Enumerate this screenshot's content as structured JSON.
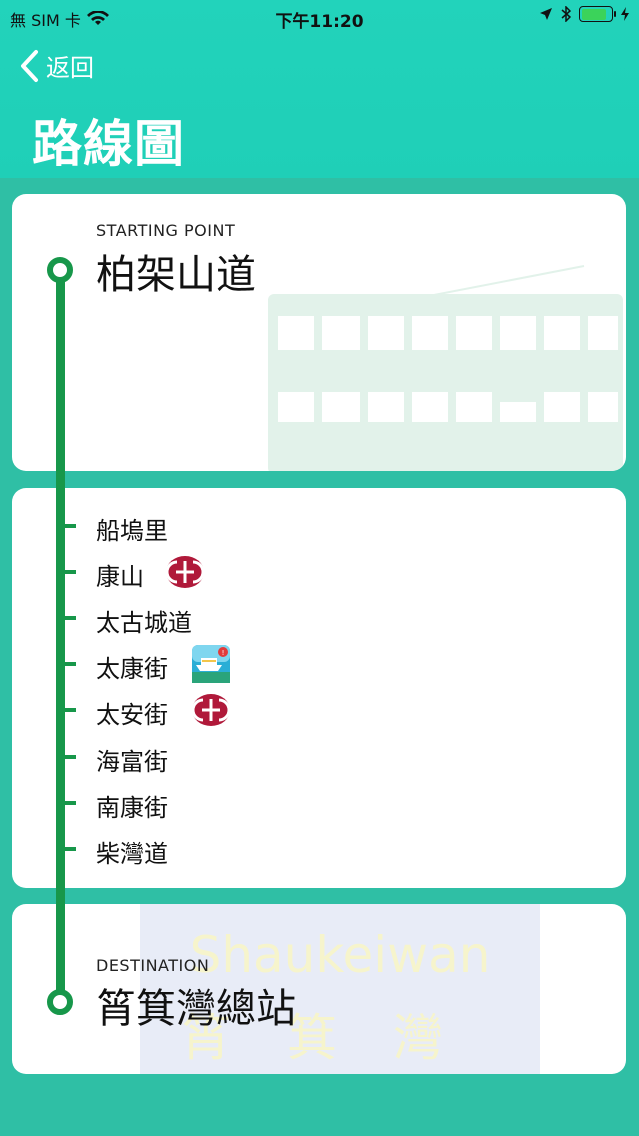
{
  "status": {
    "carrier": "無 SIM 卡",
    "time": "下午11:20",
    "battery_level": 0.85,
    "icons": [
      "wifi-icon",
      "location-arrow-icon",
      "bluetooth-icon",
      "battery-icon"
    ]
  },
  "header": {
    "back_label": "返回",
    "title": "路線圖"
  },
  "start": {
    "label": "STARTING POINT",
    "name": "柏架山道"
  },
  "stops": [
    {
      "name": "船塢里",
      "icon": null
    },
    {
      "name": "康山",
      "icon": "mtr-icon"
    },
    {
      "name": "太古城道",
      "icon": null
    },
    {
      "name": "太康街",
      "icon": "ferry-icon"
    },
    {
      "name": "太安街",
      "icon": "mtr-icon"
    },
    {
      "name": "海富街",
      "icon": null
    },
    {
      "name": "南康街",
      "icon": null
    },
    {
      "name": "柴灣道",
      "icon": null
    }
  ],
  "destination": {
    "label": "DESTINATION",
    "name": "筲箕灣總站",
    "watermark_en": "Shaukeiwan",
    "watermark_zh": "筲箕灣"
  },
  "colors": {
    "header": "#22d3bb",
    "background": "#2fbfa5",
    "route": "#17974a",
    "mtr": "#b0193a"
  }
}
